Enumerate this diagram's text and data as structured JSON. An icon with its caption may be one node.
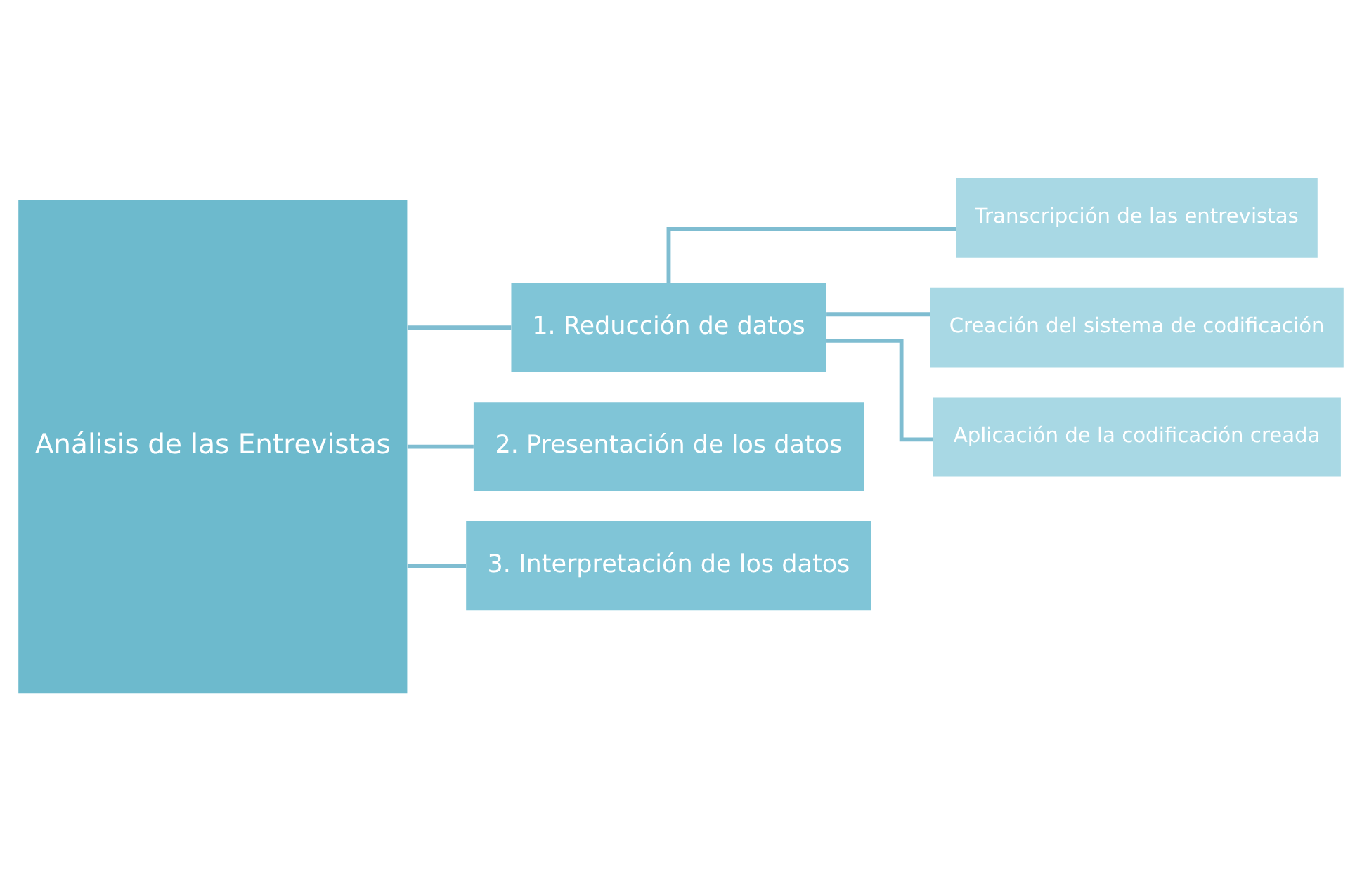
{
  "diagram": {
    "nodes": [
      {
        "text": [
          "Análisis de las Entrevistas"
        ]
      },
      {
        "text": [
          "1. Reducción de datos"
        ]
      },
      {
        "text": [
          "2. Presentación de los datos"
        ]
      },
      {
        "text": [
          "3. Interpretación de los datos"
        ]
      },
      {
        "text": [
          "Transcripción de las entrevistas"
        ]
      },
      {
        "text": [
          "Creación del sistema de codificación"
        ]
      },
      {
        "text": [
          "Aplicación de la codificación creada"
        ]
      }
    ],
    "edges": [
      {
        "from": 0,
        "to": 1,
        "arrow": "none"
      },
      {
        "from": 0,
        "to": 2,
        "arrow": "none"
      },
      {
        "from": 0,
        "to": 3,
        "arrow": "none"
      },
      {
        "from": 1,
        "to": 4,
        "arrow": "none"
      },
      {
        "from": 1,
        "to": 5,
        "arrow": "none"
      },
      {
        "from": 1,
        "to": 6,
        "arrow": "none"
      }
    ]
  }
}
